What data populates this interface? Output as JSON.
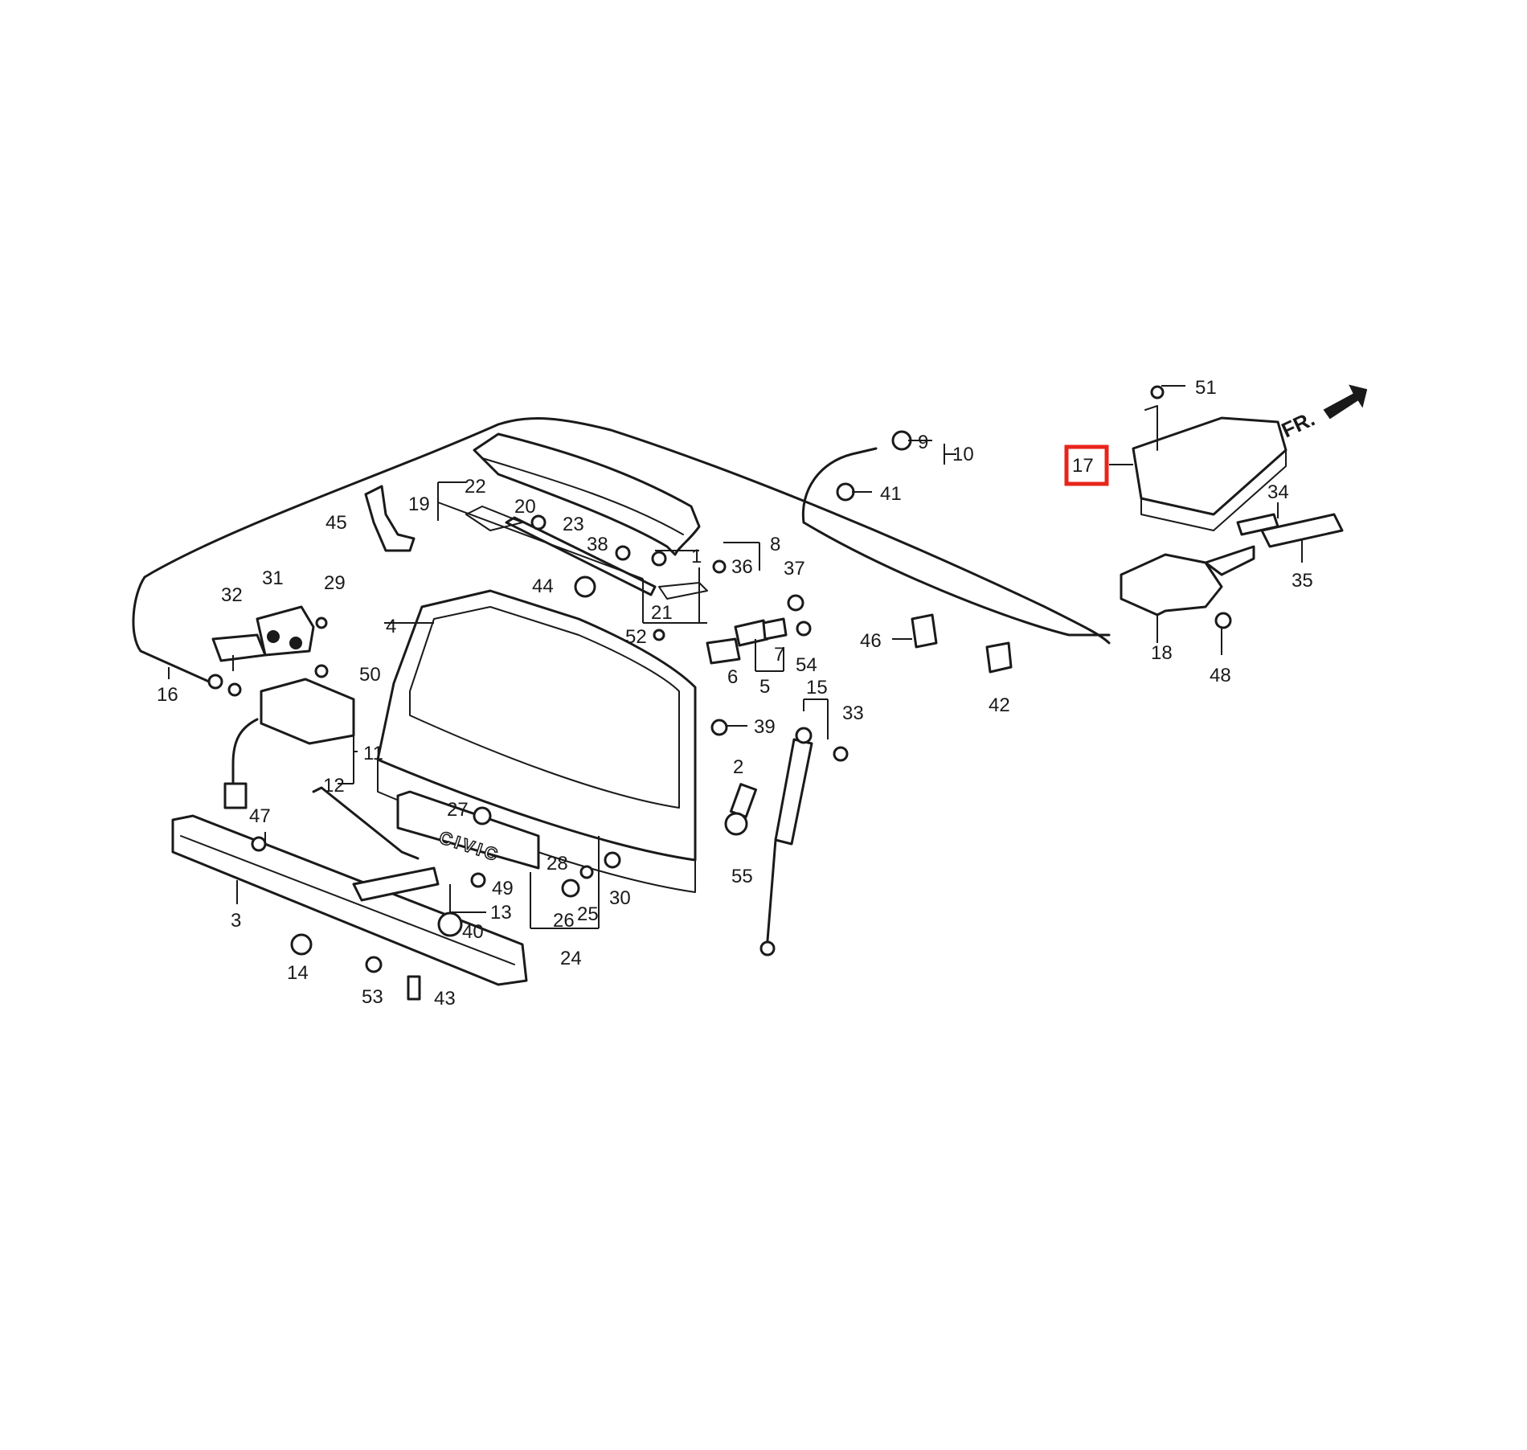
{
  "diagram": {
    "highlighted_part": "17",
    "highlight_color": "#e8241a",
    "direction_indicator": "FR.",
    "emblem_text": "CIVIC",
    "callouts": [
      "1",
      "2",
      "3",
      "4",
      "5",
      "6",
      "7",
      "8",
      "9",
      "10",
      "11",
      "12",
      "13",
      "14",
      "15",
      "16",
      "17",
      "18",
      "19",
      "20",
      "21",
      "22",
      "23",
      "24",
      "25",
      "26",
      "27",
      "28",
      "29",
      "30",
      "31",
      "32",
      "33",
      "34",
      "35",
      "36",
      "37",
      "38",
      "39",
      "40",
      "41",
      "42",
      "43",
      "44",
      "45",
      "46",
      "47",
      "48",
      "49",
      "50",
      "51",
      "52",
      "53",
      "54",
      "55"
    ]
  }
}
